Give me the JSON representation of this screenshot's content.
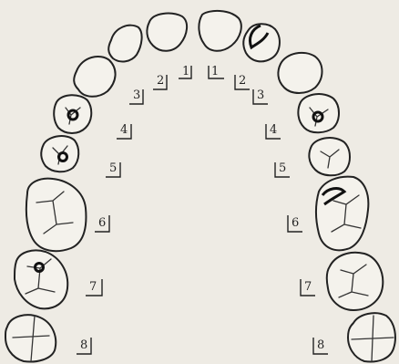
{
  "teeth": {
    "right": [
      {
        "id": "R1",
        "label": "1"
      },
      {
        "id": "R2",
        "label": "2"
      },
      {
        "id": "R3",
        "label": "3"
      },
      {
        "id": "R4",
        "label": "4",
        "filling": "occlusal"
      },
      {
        "id": "R5",
        "label": "5",
        "filling": "occlusal"
      },
      {
        "id": "R6",
        "label": "6"
      },
      {
        "id": "R7",
        "label": "7",
        "filling": "occlusal"
      },
      {
        "id": "R8",
        "label": "8"
      }
    ],
    "left": [
      {
        "id": "L1",
        "label": "1"
      },
      {
        "id": "L2",
        "label": "2",
        "filling": "distal"
      },
      {
        "id": "L3",
        "label": "3"
      },
      {
        "id": "L4",
        "label": "4",
        "filling": "occlusal"
      },
      {
        "id": "L5",
        "label": "5"
      },
      {
        "id": "L6",
        "label": "6",
        "filling": "mesial"
      },
      {
        "id": "L7",
        "label": "7"
      },
      {
        "id": "L8",
        "label": "8"
      }
    ]
  },
  "colors": {
    "ink": "#222222",
    "paper": "#eeebe4"
  }
}
